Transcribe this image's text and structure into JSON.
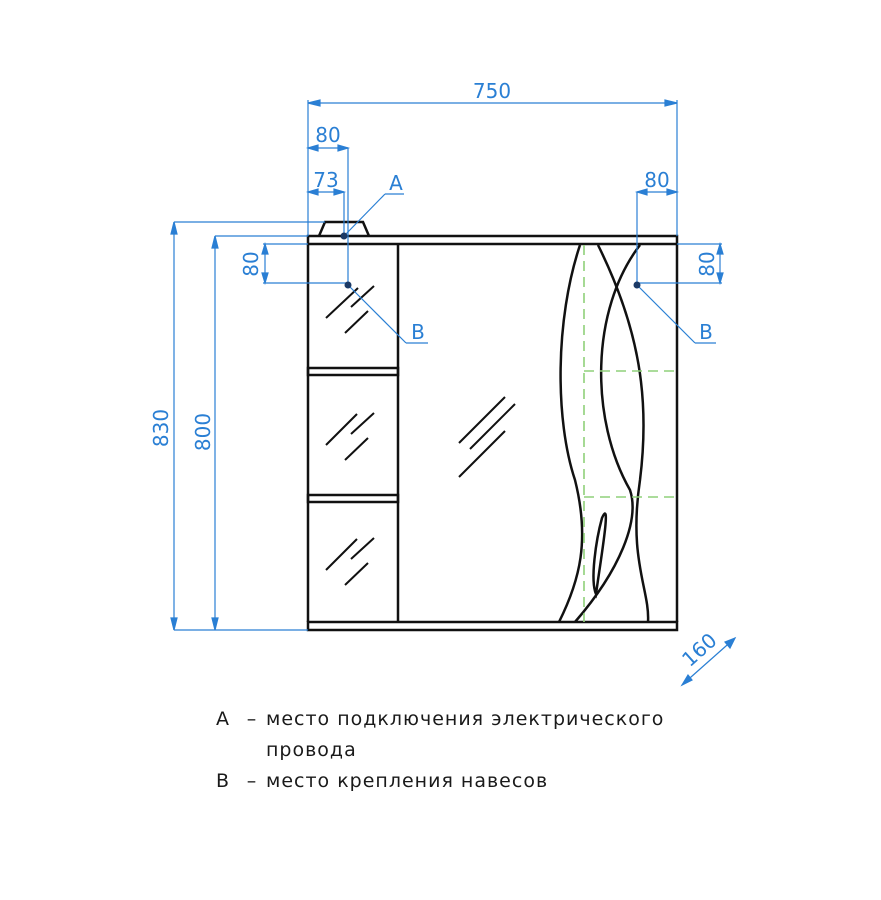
{
  "drawing": {
    "title": "Mirror cabinet dimensional drawing",
    "colors": {
      "outline": "#111111",
      "dimension": "#2a7fd4",
      "hidden_line": "#8fd07a"
    },
    "dimensions": {
      "overall_width": "750",
      "left_hole_offset_outer": "80",
      "left_connection_offset": "73",
      "right_hole_offset": "80",
      "left_hole_vertical": "80",
      "right_hole_vertical": "80",
      "overall_height": "830",
      "body_height": "800",
      "depth": "160"
    },
    "markers": {
      "connection_point": "A",
      "mount_point_left": "B",
      "mount_point_right": "B"
    }
  },
  "legend": {
    "items": [
      {
        "key": "A",
        "dash": "–",
        "text": "место подключения электрического",
        "continuation": "провода"
      },
      {
        "key": "B",
        "dash": "–",
        "text": "место крепления навесов"
      }
    ]
  }
}
